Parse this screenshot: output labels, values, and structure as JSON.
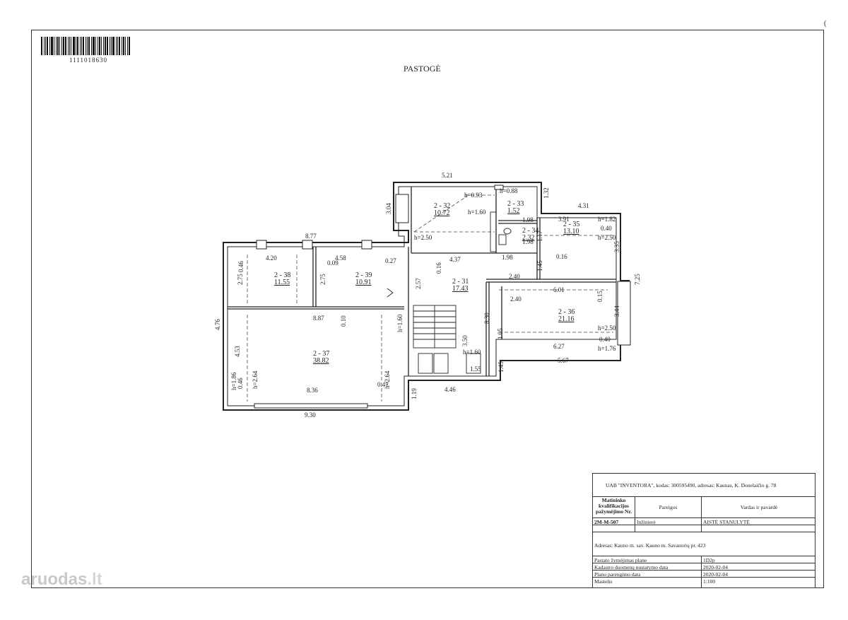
{
  "sheet": {
    "barcode_number": "1111018630",
    "title": "PASTOGĖ",
    "corner_mark": "("
  },
  "plan": {
    "rooms": [
      {
        "id": "2 - 32",
        "area": "10.72"
      },
      {
        "id": "2 - 33",
        "area": "1.52"
      },
      {
        "id": "2 - 34",
        "area": "2.32"
      },
      {
        "id": "2 - 35",
        "area": "13.10"
      },
      {
        "id": "2 - 31",
        "area": "17.43"
      },
      {
        "id": "2 - 36",
        "area": "21.16"
      },
      {
        "id": "2 - 38",
        "area": "11.55"
      },
      {
        "id": "2 - 39",
        "area": "10.91"
      },
      {
        "id": "2 - 37",
        "area": "38.82"
      }
    ],
    "dimensions": [
      "5.21",
      "h=0.93",
      "h=0.88",
      "1.32",
      "4.31",
      "3.04",
      "h=1.60",
      "1.98",
      "3.91",
      "h=1.82",
      "0.40",
      "h=2.50",
      "h=2.50",
      "1.98",
      "8.77",
      "1.17",
      "3.35",
      "7.25",
      "4.20",
      "4.58",
      "0.09",
      "0.27",
      "4.37",
      "1.98",
      "0.16",
      "0.16",
      "0.46",
      "2.75",
      "2.75",
      "2.57",
      "1.45",
      "2.40",
      "6.01",
      "0.15",
      "2.40",
      "3.44",
      "8.87",
      "0.10",
      "h=1.60",
      "4.76",
      "8.30",
      "1.05",
      "h=2.50",
      "3.50",
      "0.40",
      "6.27",
      "h=1.76",
      "4.53",
      "h=1.60",
      "5.67",
      "1.55",
      "1.45",
      "h=1.86",
      "0.46",
      "h=2.64",
      "h=2.64",
      "0.47",
      "8.36",
      "1.19",
      "4.46",
      "9.30"
    ]
  },
  "title_block": {
    "company": "UAB \"INVENTORA\", kodas: 300595490, adresas: Kaunas, K. Donelaičio g. 78",
    "col_qual": "Matininko kvalifikacijos pažymėjimo Nr.",
    "col_role": "Pareigos",
    "col_name": "Vardas ir pavardė",
    "qual_no": "2M-M-507",
    "role": "Inžinierė",
    "name": "AISTĖ STANULYTĖ",
    "address": "Adresas: Kauno m. sav. Kauno m. Savanorių pr. 423",
    "r1_label": "Pastato žymėjimas plane",
    "r1_value": "1D2p",
    "r2_label": "Kadastro duomenų nustatymo data",
    "r2_value": "2020-02-04",
    "r3_label": "Plano parengimo data",
    "r3_value": "2020-02-04",
    "r4_label": "Mastelis",
    "r4_value": "1:100"
  },
  "watermark": {
    "main": "aruodas",
    "suffix": ".lt"
  }
}
